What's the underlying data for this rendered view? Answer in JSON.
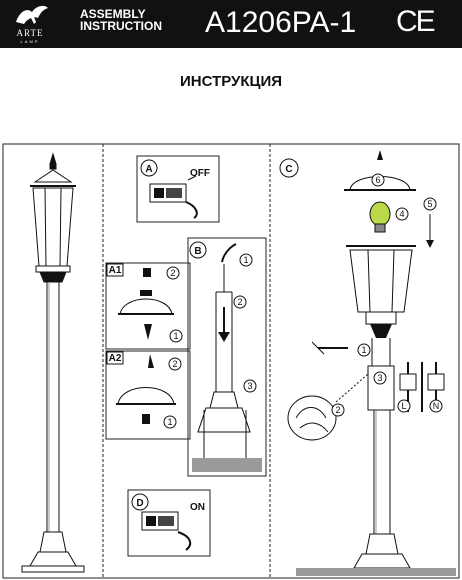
{
  "header": {
    "brand": "ARTE",
    "brand_sub": "LAMP",
    "assembly_line1": "ASSEMBLY",
    "assembly_line2": "INSTRUCTION",
    "model": "A1206PA-1",
    "mark": "CE"
  },
  "title": "ИНСТРУКЦИЯ",
  "steps": {
    "a": {
      "label": "A",
      "switch": "OFF"
    },
    "a1": {
      "label": "A1",
      "n1": "1",
      "n2": "2"
    },
    "a2": {
      "label": "A2",
      "n1": "1",
      "n2": "2"
    },
    "b": {
      "label": "B",
      "n1": "1",
      "n2": "2",
      "n3": "3"
    },
    "c": {
      "label": "C",
      "n1": "1",
      "n2": "2",
      "n3": "3",
      "n4": "4",
      "n5": "5",
      "n6": "6"
    },
    "d": {
      "label": "D",
      "switch": "ON"
    },
    "wires": [
      "L",
      "N"
    ]
  },
  "colors": {
    "header_bg": "#111111",
    "bulb": "#b9d94a",
    "ground": "#9a9a9a"
  }
}
